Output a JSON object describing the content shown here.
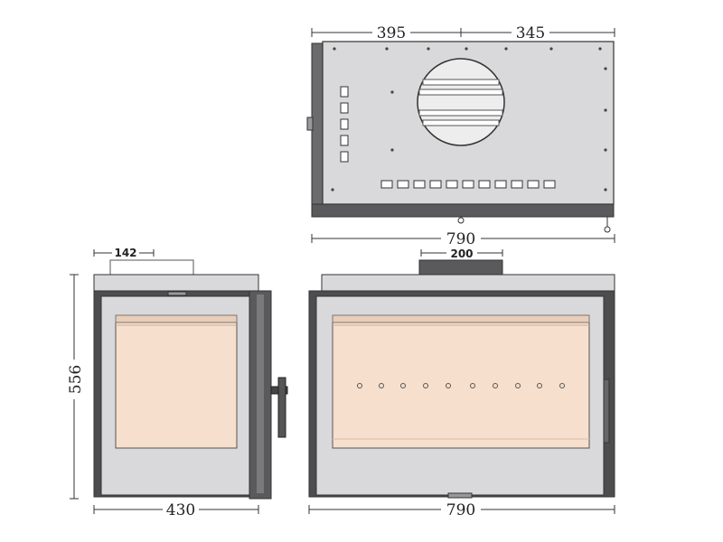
{
  "dimensions": {
    "top_left_width": "395",
    "top_right_width": "345",
    "top_total_width": "790",
    "side_flue_offset": "142",
    "height": "556",
    "side_depth": "430",
    "front_flue_width": "200",
    "front_width": "790"
  },
  "colors": {
    "steel_panel": "#d9d9db",
    "frame_dark": "#555557",
    "glass": "#f6dfcc",
    "bolt": "#444"
  }
}
